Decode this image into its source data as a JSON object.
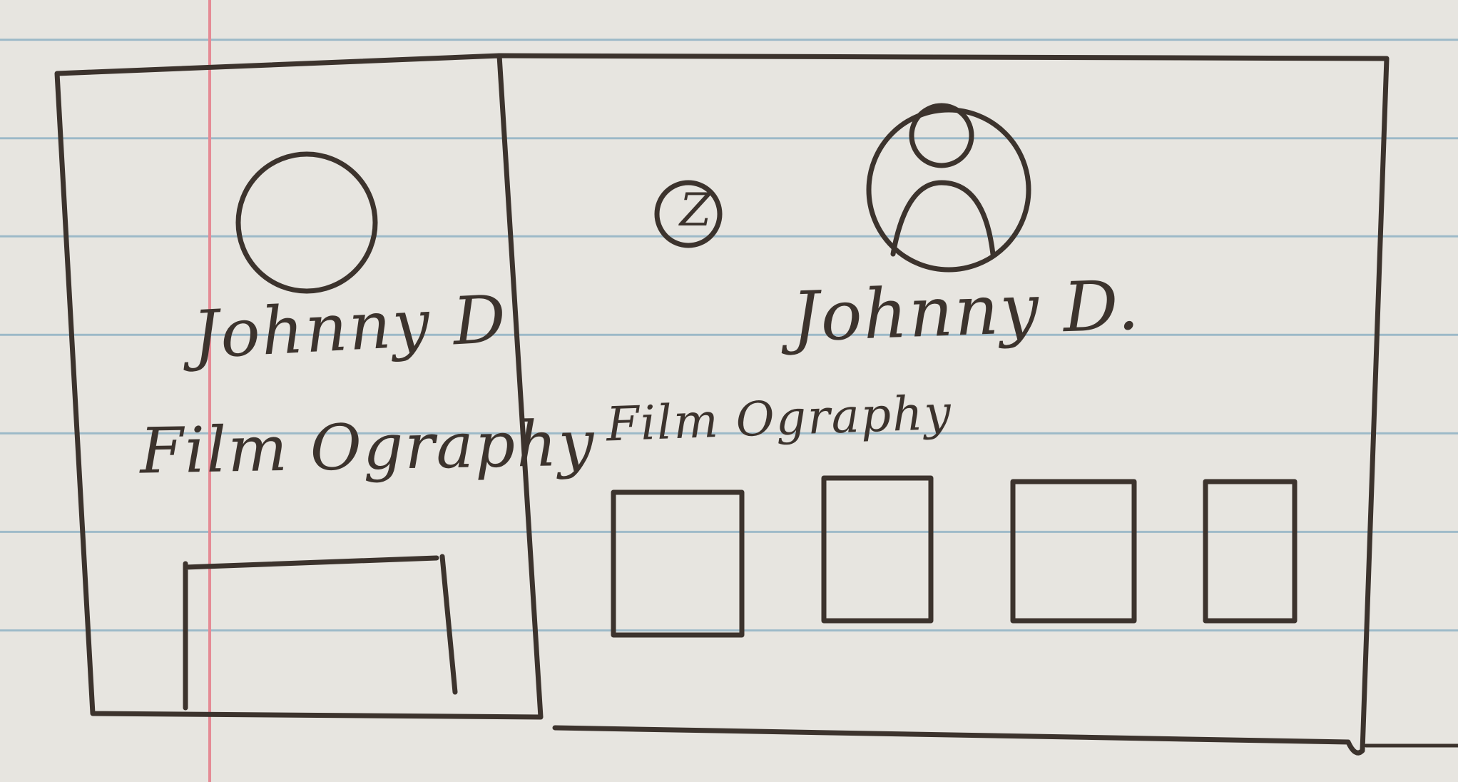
{
  "mobile": {
    "name": "Johnny D",
    "filmography_label": "Film Ography"
  },
  "desktop": {
    "name": "Johnny D.",
    "filmography_label": "Film Ography",
    "badge": "Z",
    "film_cards": [
      {
        "id": "film-card-1"
      },
      {
        "id": "film-card-2"
      },
      {
        "id": "film-card-3"
      },
      {
        "id": "film-card-4"
      }
    ]
  },
  "colors": {
    "ink": "#3c332d",
    "paper": "#e7e5e0",
    "rule_line": "#9cb9c8",
    "margin_line": "#e58b95"
  }
}
